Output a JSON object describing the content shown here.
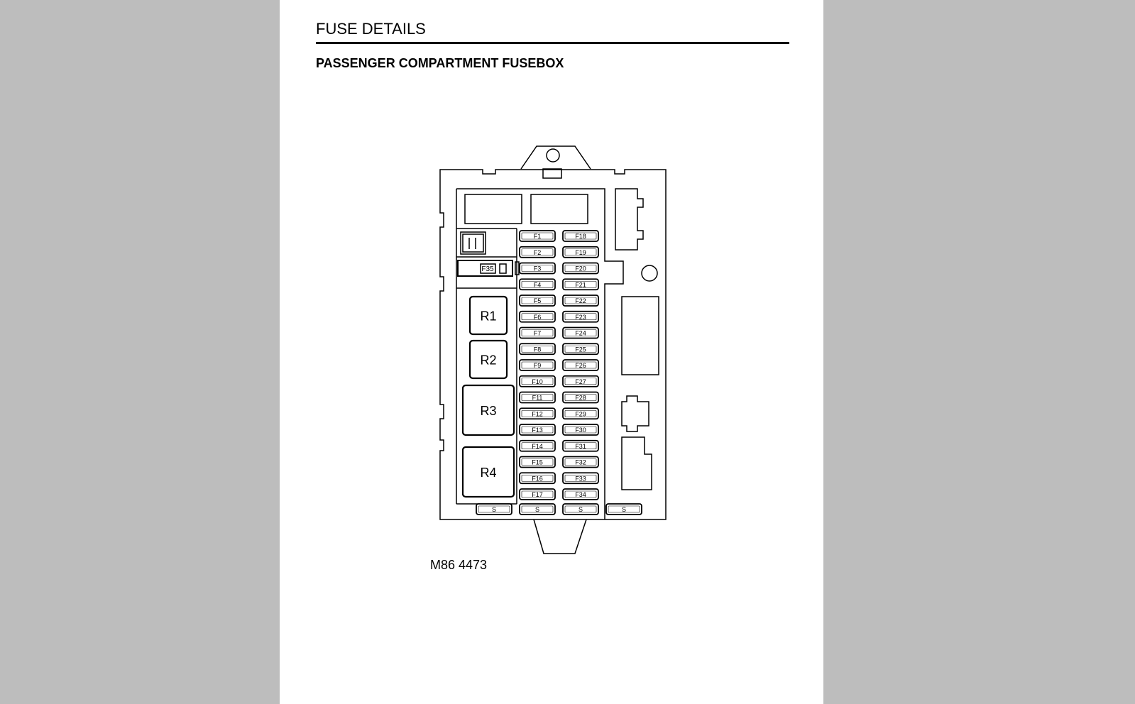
{
  "header": {
    "title": "FUSE DETAILS",
    "subtitle": "PASSENGER COMPARTMENT FUSEBOX"
  },
  "figure": {
    "reference": "M86 4473",
    "fuses_left": [
      "F1",
      "F2",
      "F3",
      "F4",
      "F5",
      "F6",
      "F7",
      "F8",
      "F9",
      "F10",
      "F11",
      "F12",
      "F13",
      "F14",
      "F15",
      "F16",
      "F17"
    ],
    "fuses_right": [
      "F18",
      "F19",
      "F20",
      "F21",
      "F22",
      "F23",
      "F24",
      "F25",
      "F26",
      "F27",
      "F28",
      "F29",
      "F30",
      "F31",
      "F32",
      "F33",
      "F34"
    ],
    "spare_fuses": [
      "S",
      "S",
      "S",
      "S"
    ],
    "maxi_fuse": "F35",
    "relays": [
      "R1",
      "R2",
      "R3",
      "R4"
    ]
  },
  "colors": {
    "background": "#bdbdbd",
    "page": "#ffffff",
    "ink": "#000000"
  }
}
